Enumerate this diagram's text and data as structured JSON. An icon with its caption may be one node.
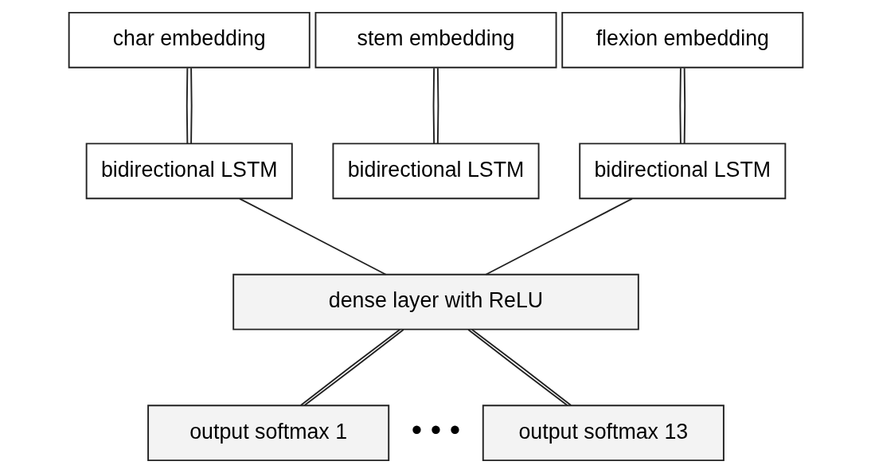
{
  "diagram": {
    "nodes": [
      {
        "text": [
          "char embedding"
        ]
      },
      {
        "text": [
          "stem embedding"
        ]
      },
      {
        "text": [
          "flexion embedding"
        ]
      },
      {
        "text": [
          "bidirectional LSTM"
        ]
      },
      {
        "text": [
          "bidirectional LSTM"
        ]
      },
      {
        "text": [
          "bidirectional LSTM"
        ]
      },
      {
        "text": [
          "dense layer with ReLU"
        ]
      },
      {
        "text": [
          "output softmax 1"
        ]
      },
      {
        "text": [
          "output softmax 13"
        ]
      }
    ],
    "edges": [
      {
        "from": 0,
        "to": 3,
        "arrow": "none"
      },
      {
        "from": 0,
        "to": 3,
        "arrow": "none"
      },
      {
        "from": 1,
        "to": 4,
        "arrow": "none"
      },
      {
        "from": 1,
        "to": 4,
        "arrow": "none"
      },
      {
        "from": 2,
        "to": 5,
        "arrow": "none"
      },
      {
        "from": 2,
        "to": 5,
        "arrow": "none"
      },
      {
        "from": 3,
        "to": 6,
        "arrow": "none"
      },
      {
        "from": 5,
        "to": 6,
        "arrow": "none"
      },
      {
        "from": 6,
        "to": 7,
        "arrow": "none"
      },
      {
        "from": 6,
        "to": 7,
        "arrow": "none"
      },
      {
        "from": 6,
        "to": 8,
        "arrow": "none"
      },
      {
        "from": 6,
        "to": 8,
        "arrow": "none"
      }
    ],
    "labels": [
      "• • •"
    ]
  }
}
